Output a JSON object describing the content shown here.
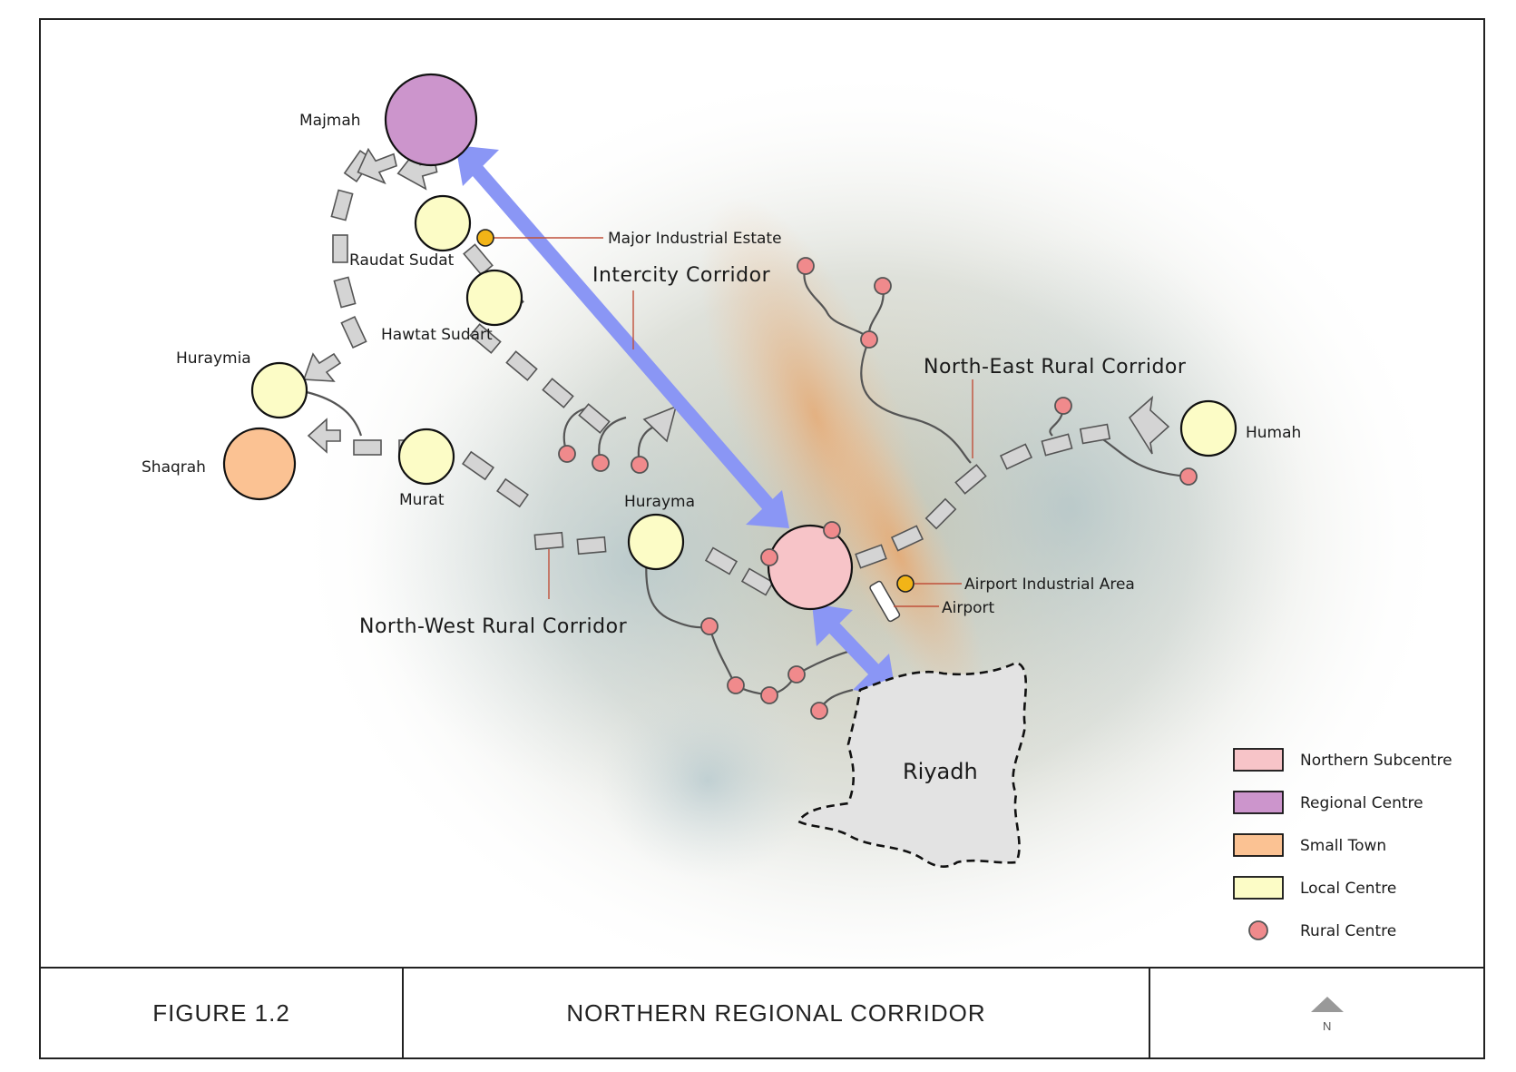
{
  "title_block": {
    "figure": "FIGURE 1.2",
    "title": "NORTHERN REGIONAL CORRIDOR",
    "north": "N"
  },
  "places": {
    "majmah": "Majmah",
    "raudat_sudat": "Raudat Sudat",
    "hawtat_sudart": "Hawtat Sudart",
    "huraymia": "Huraymia",
    "shaqrah": "Shaqrah",
    "murat": "Murat",
    "hurayma": "Hurayma",
    "humah": "Humah",
    "riyadh": "Riyadh"
  },
  "annotations": {
    "major_industrial_estate": "Major Industrial Estate",
    "intercity_corridor": "Intercity Corridor",
    "north_east_rural_corridor": "North-East Rural Corridor",
    "north_west_rural_corridor": "North-West Rural Corridor",
    "airport_industrial_area": "Airport Industrial Area",
    "airport": "Airport"
  },
  "legend": [
    {
      "label": "Northern Subcentre",
      "color": "#f7c4c8",
      "symbol": "box"
    },
    {
      "label": "Regional Centre",
      "color": "#cc95cc",
      "symbol": "box"
    },
    {
      "label": "Small Town",
      "color": "#fbc293",
      "symbol": "box"
    },
    {
      "label": "Local Centre",
      "color": "#fcfcc6",
      "symbol": "box"
    },
    {
      "label": "Rural Centre",
      "color": "#f08a8c",
      "symbol": "circle"
    }
  ],
  "colors": {
    "northern_subcentre": "#f7c4c8",
    "regional_centre": "#cc95cc",
    "small_town": "#fbc293",
    "local_centre": "#fcfcc6",
    "rural_centre": "#f08a8c",
    "industrial": "#f2b417",
    "intercity_arrow": "#8a96f5",
    "rural_corridor": "#d0d0d0",
    "riyadh_fill": "#e3e3e3"
  }
}
